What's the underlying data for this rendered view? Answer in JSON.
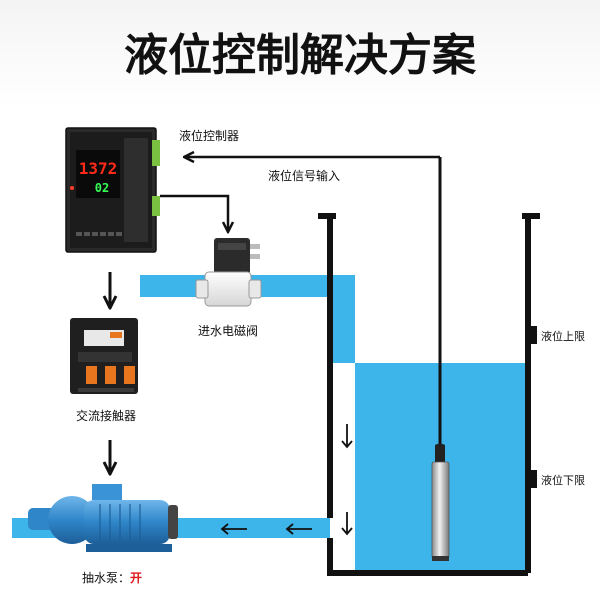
{
  "title": "液位控制解决方案",
  "labels": {
    "controller": "液位控制器",
    "signal_input": "液位信号输入",
    "solenoid_valve": "进水电磁阀",
    "contactor": "交流接触器",
    "upper_limit": "液位上限",
    "lower_limit": "液位下限",
    "pump_prefix": "抽水泵：",
    "pump_state": "开"
  },
  "display": {
    "main_value": "1372",
    "sub_value": "02"
  },
  "colors": {
    "water": "#3db4ea",
    "tank_wall": "#111111",
    "pump_body": "#2f86c9",
    "display_red": "#ff2a1a",
    "display_green": "#33ff55",
    "pump_state": "#e0191b"
  },
  "icons": [
    "arrow-down-icon",
    "arrow-left-icon",
    "arrow-right-icon"
  ]
}
